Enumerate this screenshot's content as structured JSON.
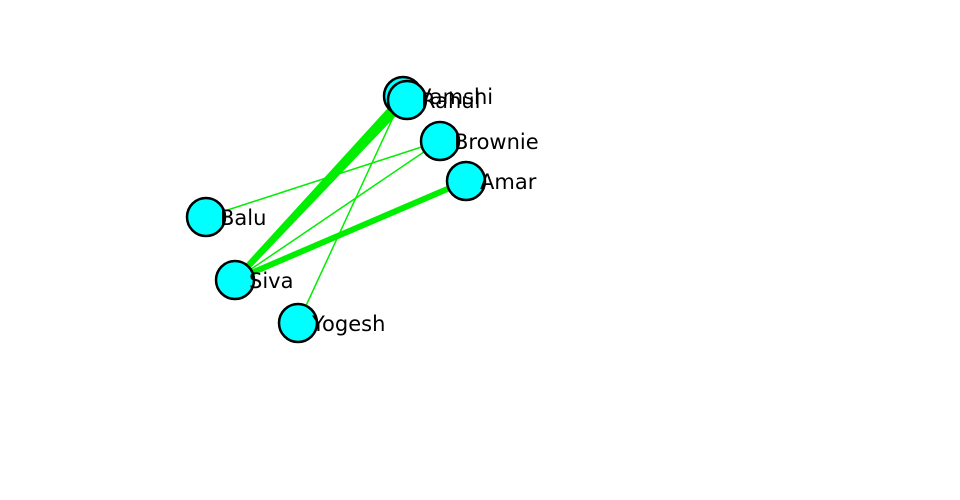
{
  "graph": {
    "edge_color": "#00ee00",
    "node_fill": "#00ffff",
    "node_stroke": "#000000",
    "nodes": [
      {
        "id": "vamshi",
        "label": "Vamshi"
      },
      {
        "id": "rahul",
        "label": "Rahul"
      },
      {
        "id": "brownie",
        "label": "Brownie"
      },
      {
        "id": "amar",
        "label": "Amar"
      },
      {
        "id": "balu",
        "label": "Balu"
      },
      {
        "id": "siva",
        "label": "Siva"
      },
      {
        "id": "yogesh",
        "label": "Yogesh"
      }
    ],
    "edges": [
      {
        "source": "siva",
        "target": "vamshi",
        "weight": 3
      },
      {
        "source": "siva",
        "target": "rahul",
        "weight": 3
      },
      {
        "source": "siva",
        "target": "amar",
        "weight": 3
      },
      {
        "source": "siva",
        "target": "brownie",
        "weight": 1
      },
      {
        "source": "balu",
        "target": "brownie",
        "weight": 1
      },
      {
        "source": "yogesh",
        "target": "vamshi",
        "weight": 1
      }
    ]
  }
}
